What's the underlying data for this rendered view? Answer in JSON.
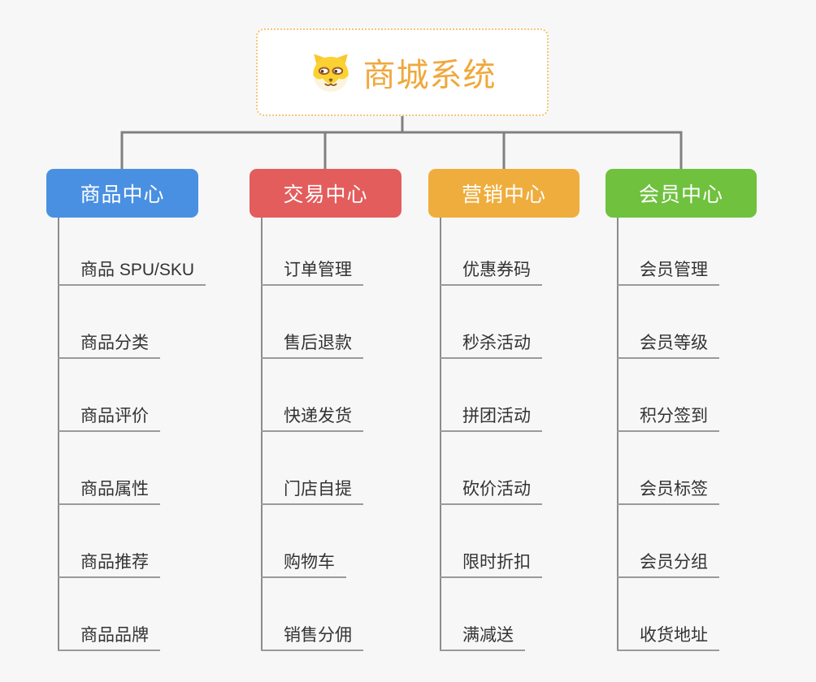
{
  "root": {
    "title": "商城系统",
    "icon": "doge-icon"
  },
  "branches": [
    {
      "id": "product",
      "label": "商品中心",
      "color": "#4A90E2",
      "children": [
        "商品 SPU/SKU",
        "商品分类",
        "商品评价",
        "商品属性",
        "商品推荐",
        "商品品牌"
      ]
    },
    {
      "id": "trade",
      "label": "交易中心",
      "color": "#E35D5C",
      "children": [
        "订单管理",
        "售后退款",
        "快递发货",
        "门店自提",
        "购物车",
        "销售分佣"
      ]
    },
    {
      "id": "marketing",
      "label": "营销中心",
      "color": "#EFAD3D",
      "children": [
        "优惠券码",
        "秒杀活动",
        "拼团活动",
        "砍价活动",
        "限时折扣",
        "满减送"
      ]
    },
    {
      "id": "member",
      "label": "会员中心",
      "color": "#6FC13E",
      "children": [
        "会员管理",
        "会员等级",
        "积分签到",
        "会员标签",
        "会员分组",
        "收货地址"
      ]
    }
  ],
  "style": {
    "root_text_color": "#F0A83C",
    "root_border_color": "#F6C476",
    "connector_color": "#808080",
    "leaf_text_color": "#333333",
    "leaf_line_color": "#9A9A9A",
    "background": "#F7F7F7"
  }
}
